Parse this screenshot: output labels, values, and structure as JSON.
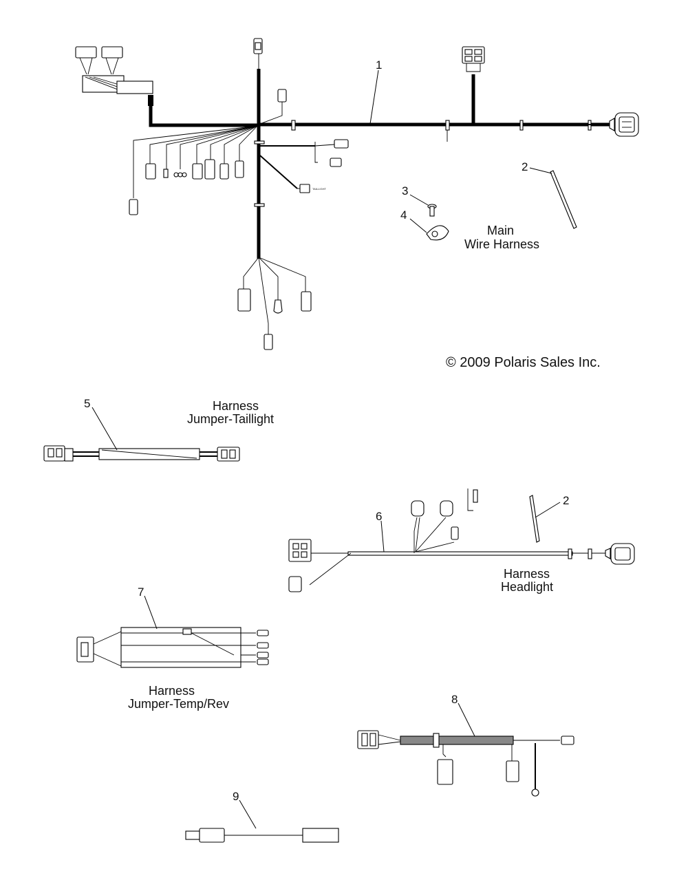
{
  "callouts": {
    "c1": "1",
    "c2a": "2",
    "c3": "3",
    "c4": "4",
    "c5": "5",
    "c2b": "2",
    "c6": "6",
    "c7": "7",
    "c8": "8",
    "c9": "9"
  },
  "labels": {
    "main_line1": "Main",
    "main_line2": "Wire Harness",
    "taillight_line1": "Harness",
    "taillight_line2": "Jumper-Taillight",
    "headlight_line1": "Harness",
    "headlight_line2": "Headlight",
    "temprev_line1": "Harness",
    "temprev_line2": "Jumper-Temp/Rev"
  },
  "copyright": "© 2009 Polaris Sales Inc."
}
